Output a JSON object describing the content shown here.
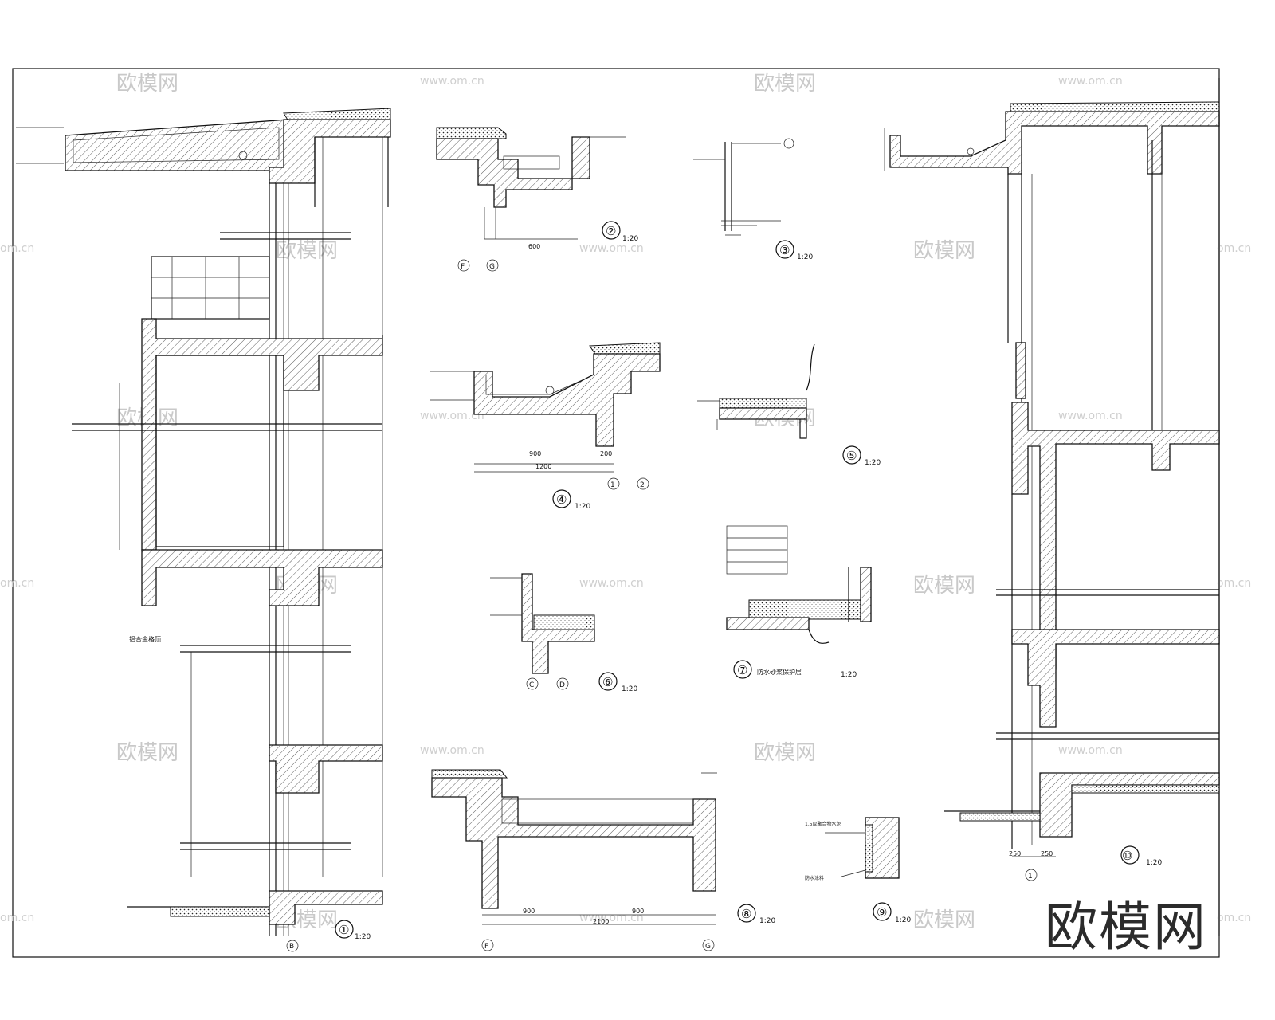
{
  "brand": {
    "logo_text": "欧模网"
  },
  "watermarks": {
    "text_cn": "欧模网",
    "text_url": "www.om.cn",
    "text_url_edge": "om.cn"
  },
  "details": [
    {
      "tag": "①",
      "scale": "1:20"
    },
    {
      "tag": "②",
      "scale": "1:20"
    },
    {
      "tag": "③",
      "scale": "1:20"
    },
    {
      "tag": "④",
      "scale": "1:20"
    },
    {
      "tag": "⑤",
      "scale": "1:20"
    },
    {
      "tag": "⑥",
      "scale": "1:20"
    },
    {
      "tag": "⑦",
      "scale": "1:20"
    },
    {
      "tag": "⑧",
      "scale": "1:20"
    },
    {
      "tag": "⑨",
      "scale": "1:20"
    },
    {
      "tag": "⑩",
      "scale": "1:20"
    }
  ],
  "axes": {
    "detail1": "B",
    "detail2": [
      "F",
      "G"
    ],
    "detail4": [
      "1",
      "2"
    ],
    "detail6": [
      "C",
      "D"
    ],
    "detail8": [
      "F",
      "G"
    ],
    "detail10": "1"
  },
  "labels": {
    "detail1_note": "铝合金格顶",
    "detail7_title": "防水砂浆保护层",
    "detail9_note1": "1.5厚聚合物水泥",
    "detail9_note2": "防水涂料"
  },
  "dimensions": {
    "d2_width": "600",
    "d4_a": "900",
    "d4_b": "200",
    "d4_total": "1200",
    "d8_a": "900",
    "d8_b": "900",
    "d8_total": "2100",
    "d10_a": "250",
    "d10_b": "250"
  }
}
